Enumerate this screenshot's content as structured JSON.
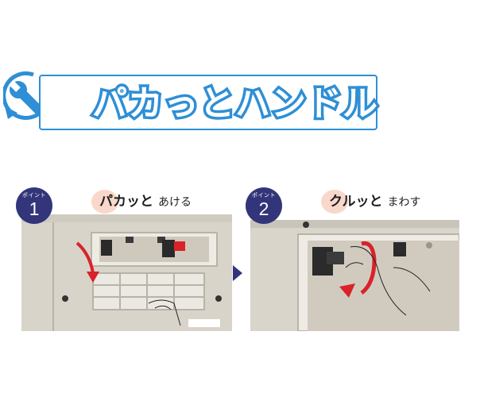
{
  "logo": {
    "text": "パカっとハンドル",
    "icon": "wrench-refresh-icon",
    "color": "#2e8fd6"
  },
  "steps": [
    {
      "point_label": "ポイント",
      "number": "1",
      "highlight": "パカッと",
      "rest": "あける",
      "illustration": "panel-cover-opening-photo"
    },
    {
      "point_label": "ポイント",
      "number": "2",
      "highlight": "クルッと",
      "rest": "まわす",
      "illustration": "valve-handle-turning-photo"
    }
  ],
  "next_arrow_icon": "triangle-right-icon",
  "colors": {
    "badge": "#33357a",
    "highlight_bg": "#f9d8cb",
    "accent_red": "#d9222a",
    "panel": "#dedad0"
  }
}
